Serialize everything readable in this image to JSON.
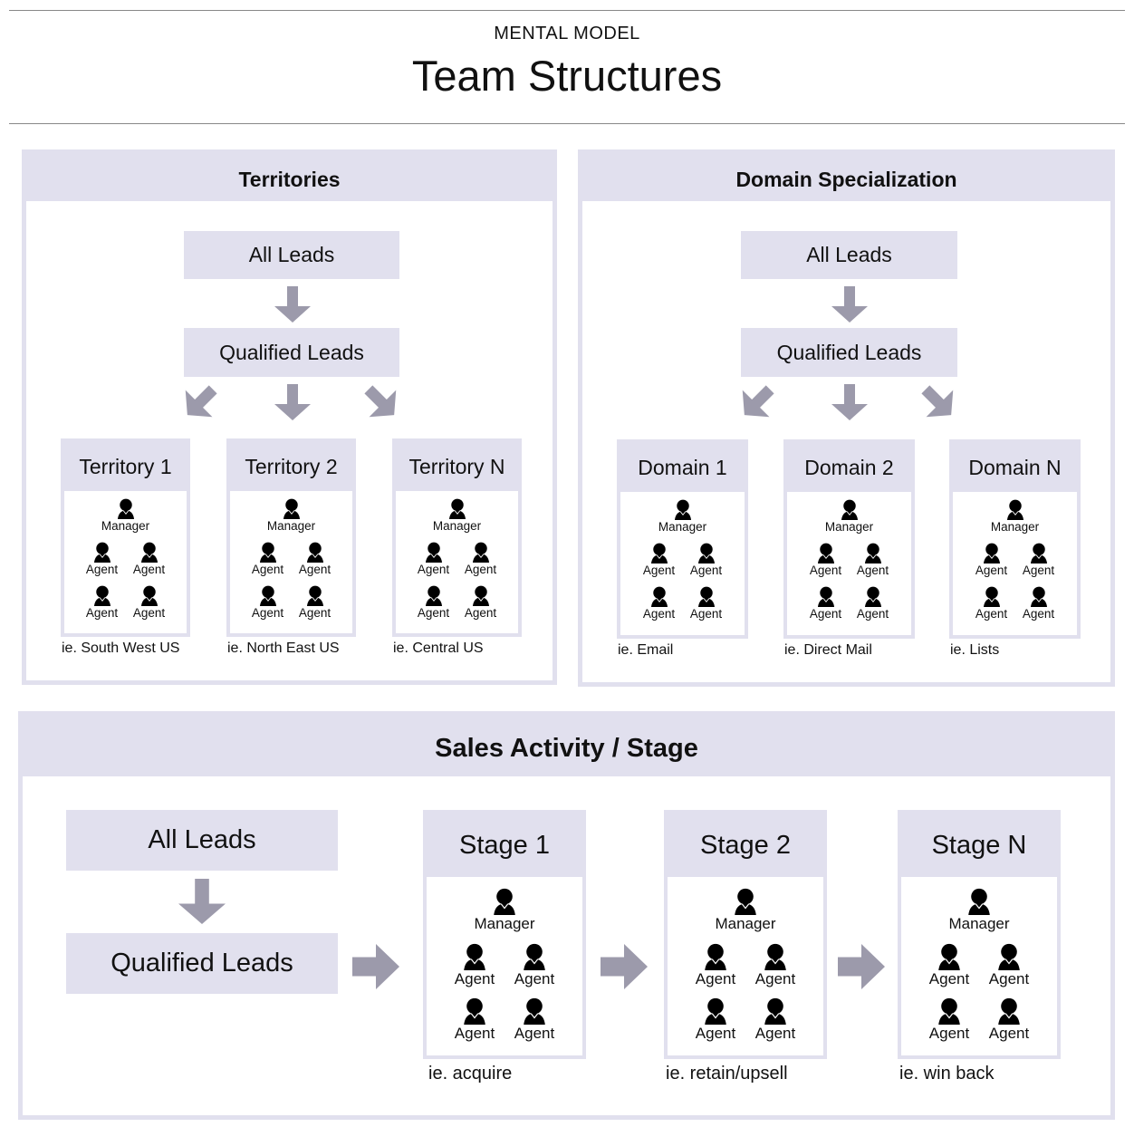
{
  "header": {
    "kicker": "MENTAL MODEL",
    "title": "Team Structures"
  },
  "colors": {
    "panel_fill": "#e1e0ee",
    "arrow": "#9c9aab",
    "text": "#111111"
  },
  "territories": {
    "title": "Territories",
    "all_leads": "All Leads",
    "qualified_leads": "Qualified Leads",
    "groups": [
      {
        "name": "Territory 1",
        "example": "ie. South West US",
        "manager": "Manager",
        "agents": [
          "Agent",
          "Agent",
          "Agent",
          "Agent"
        ]
      },
      {
        "name": "Territory 2",
        "example": "ie. North East US",
        "manager": "Manager",
        "agents": [
          "Agent",
          "Agent",
          "Agent",
          "Agent"
        ]
      },
      {
        "name": "Territory N",
        "example": "ie. Central US",
        "manager": "Manager",
        "agents": [
          "Agent",
          "Agent",
          "Agent",
          "Agent"
        ]
      }
    ]
  },
  "domains": {
    "title": "Domain Specialization",
    "all_leads": "All Leads",
    "qualified_leads": "Qualified Leads",
    "groups": [
      {
        "name": "Domain 1",
        "example": "ie. Email",
        "manager": "Manager",
        "agents": [
          "Agent",
          "Agent",
          "Agent",
          "Agent"
        ]
      },
      {
        "name": "Domain 2",
        "example": "ie. Direct Mail",
        "manager": "Manager",
        "agents": [
          "Agent",
          "Agent",
          "Agent",
          "Agent"
        ]
      },
      {
        "name": "Domain N",
        "example": "ie. Lists",
        "manager": "Manager",
        "agents": [
          "Agent",
          "Agent",
          "Agent",
          "Agent"
        ]
      }
    ]
  },
  "stages": {
    "title": "Sales Activity / Stage",
    "all_leads": "All Leads",
    "qualified_leads": "Qualified Leads",
    "groups": [
      {
        "name": "Stage 1",
        "example": "ie. acquire",
        "manager": "Manager",
        "agents": [
          "Agent",
          "Agent",
          "Agent",
          "Agent"
        ]
      },
      {
        "name": "Stage 2",
        "example": "ie. retain/upsell",
        "manager": "Manager",
        "agents": [
          "Agent",
          "Agent",
          "Agent",
          "Agent"
        ]
      },
      {
        "name": "Stage N",
        "example": "ie. win back",
        "manager": "Manager",
        "agents": [
          "Agent",
          "Agent",
          "Agent",
          "Agent"
        ]
      }
    ]
  }
}
